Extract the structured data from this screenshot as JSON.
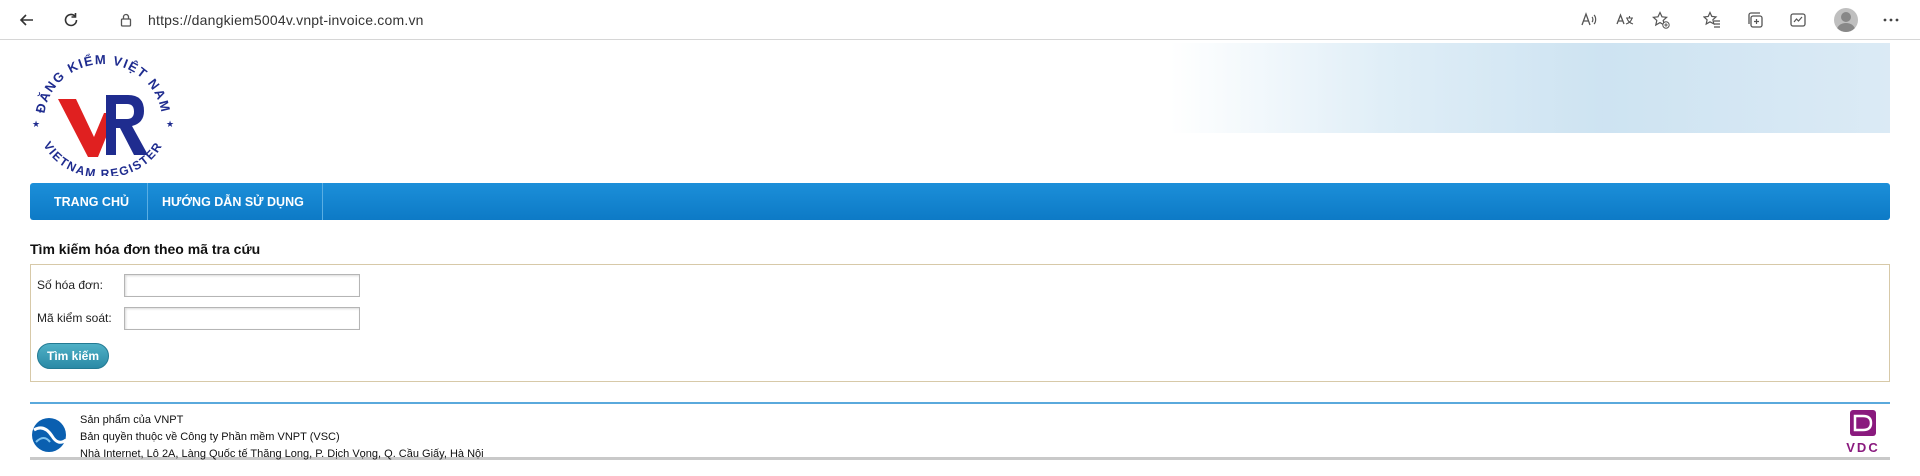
{
  "browser": {
    "url": "https://dangkiem5004v.vnpt-invoice.com.vn",
    "icons": [
      "back-icon",
      "reload-icon",
      "lock-icon",
      "read-aloud-icon",
      "translate-icon",
      "add-favorite-icon",
      "favorites-icon",
      "collections-icon",
      "browser-essentials-icon",
      "profile-icon",
      "more-icon"
    ]
  },
  "logo": {
    "top_text": "ĐĂNG KIỂM VIỆT NAM",
    "bottom_text": "VIETNAM REGISTER"
  },
  "menu": {
    "items": [
      {
        "label": "TRANG CHỦ"
      },
      {
        "label": "HƯỚNG DẪN SỬ DỤNG"
      }
    ]
  },
  "search": {
    "title": "Tìm kiếm hóa đơn theo mã tra cứu",
    "invoice_number_label": "Số hóa đơn:",
    "invoice_number_value": "",
    "control_code_label": "Mã kiểm soát:",
    "control_code_value": "",
    "button_label": "Tìm kiếm"
  },
  "footer": {
    "line1": "Sản phẩm của VNPT",
    "line2": "Bản quyền thuộc về Công ty Phần mềm VNPT (VSC)",
    "line3": "Nhà Internet, Lô 2A, Làng Quốc tế Thăng Long, P. Dịch Vọng, Q. Cầu Giấy, Hà Nội",
    "vdc_text": "VDC"
  },
  "colors": {
    "menu_blue": "#0d7ac6",
    "logo_red": "#e02020",
    "logo_navy": "#1f2c8f",
    "button_teal": "#2b8aa6"
  }
}
